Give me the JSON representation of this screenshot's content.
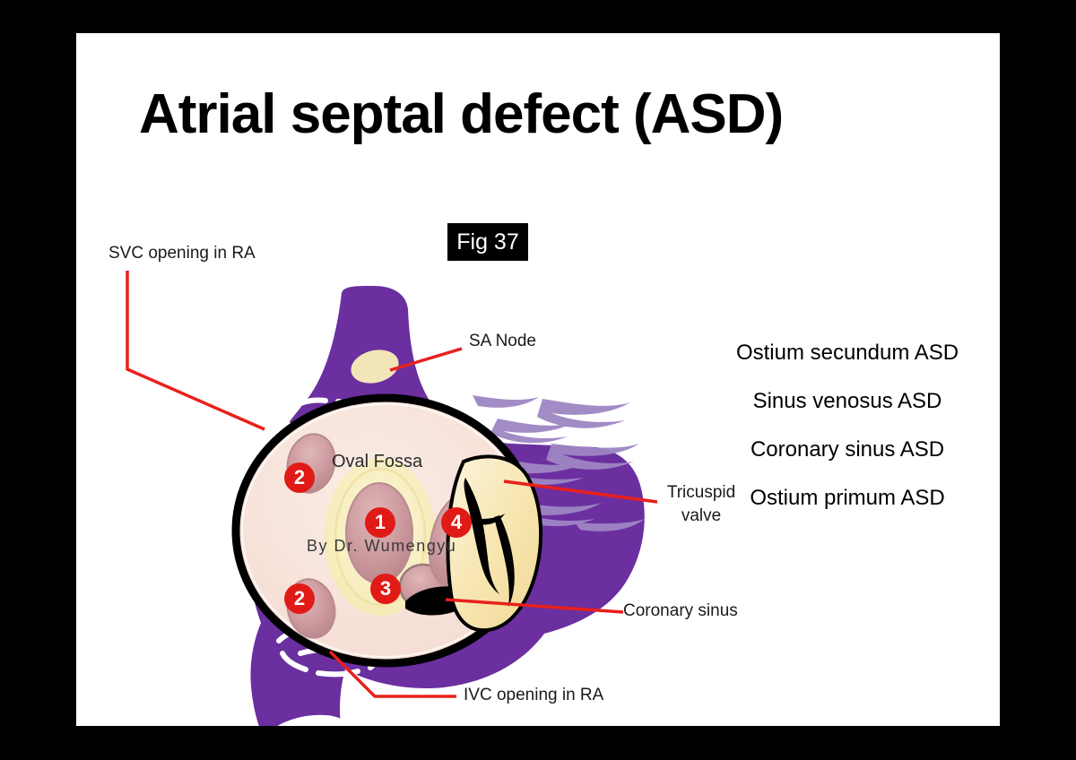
{
  "slide": {
    "title": "Atrial septal defect (ASD)",
    "figure_badge": "Fig 37",
    "watermark": "By Dr. Wumengyu"
  },
  "asd_types": [
    {
      "label": "Ostium secundum ASD"
    },
    {
      "label": "Sinus venosus ASD"
    },
    {
      "label": "Coronary sinus ASD"
    },
    {
      "label": "Ostium primum ASD"
    }
  ],
  "figure_labels": [
    {
      "id": "svc",
      "label": "SVC opening in RA"
    },
    {
      "id": "sa-node",
      "label": "SA Node"
    },
    {
      "id": "oval-fossa",
      "label": "Oval Fossa"
    },
    {
      "id": "tricuspid",
      "label": "Tricuspid"
    },
    {
      "id": "tricuspid-2",
      "label": "valve"
    },
    {
      "id": "coronary-sinus",
      "label": "Coronary sinus"
    },
    {
      "id": "ivc",
      "label": "IVC opening in RA"
    }
  ],
  "markers": [
    {
      "number": "1",
      "meaning": "Ostium secundum ASD"
    },
    {
      "number": "2",
      "meaning": "Sinus venosus ASD"
    },
    {
      "number": "2",
      "meaning": "Sinus venosus ASD"
    },
    {
      "number": "3",
      "meaning": "Coronary sinus ASD"
    },
    {
      "number": "4",
      "meaning": "Ostium primum ASD"
    }
  ],
  "colors": {
    "frame": "#000000",
    "slide_bg": "#ffffff",
    "atrium_purple": "#6B2FA0",
    "pectinate_light": "#9E86C4",
    "chamber_pink": "#F7E0D6",
    "fossa_yellow": "#F7EEBF",
    "valve_yellow": "#F5E3A8",
    "sa_node": "#F2E6B8",
    "marker_red": "#E01B17",
    "leader_red": "#E8201C",
    "defect_pink": "#CFA0A4",
    "text": "#1a1a1a"
  }
}
